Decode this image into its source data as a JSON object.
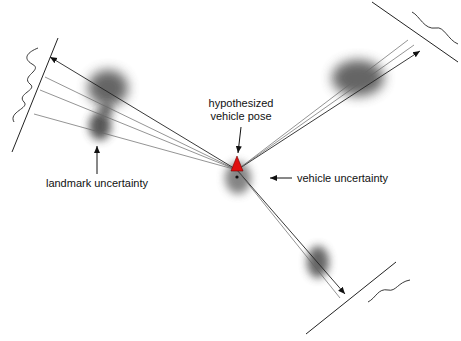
{
  "diagram": {
    "labels": [
      "hypothesized vehicle pose",
      "vehicle uncertainty",
      "landmark uncertainty"
    ]
  }
}
